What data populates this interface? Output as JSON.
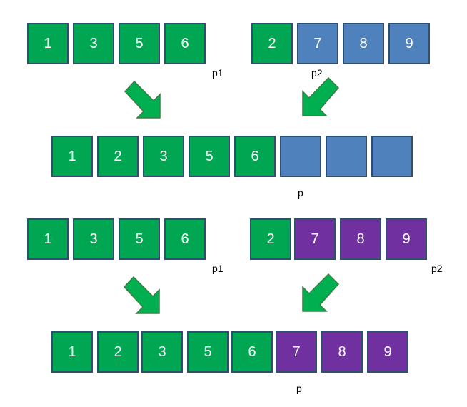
{
  "colors": {
    "green": "#00a651",
    "blue": "#4f81bd",
    "purple": "#7030a0",
    "arrow_fill": "#00b050",
    "border": "#2f4f6f"
  },
  "top_scenario": {
    "left_array": {
      "values": [
        "1",
        "3",
        "5",
        "6"
      ],
      "colors": [
        "green",
        "green",
        "green",
        "green"
      ],
      "pointer": "p1"
    },
    "right_array": {
      "values": [
        "2",
        "7",
        "8",
        "9"
      ],
      "colors": [
        "green",
        "blue",
        "blue",
        "blue"
      ],
      "pointer": "p2"
    },
    "merged_array": {
      "values": [
        "1",
        "2",
        "3",
        "5",
        "6",
        "",
        "",
        ""
      ],
      "colors": [
        "green",
        "green",
        "green",
        "green",
        "green",
        "blue",
        "blue",
        "blue"
      ],
      "pointer": "p"
    }
  },
  "bottom_scenario": {
    "left_array": {
      "values": [
        "1",
        "3",
        "5",
        "6"
      ],
      "colors": [
        "green",
        "green",
        "green",
        "green"
      ],
      "pointer": "p1"
    },
    "right_array": {
      "values": [
        "2",
        "7",
        "8",
        "9"
      ],
      "colors": [
        "green",
        "purple",
        "purple",
        "purple"
      ],
      "pointer": "p2"
    },
    "merged_array": {
      "values": [
        "1",
        "2",
        "3",
        "5",
        "6",
        "7",
        "8",
        "9"
      ],
      "colors": [
        "green",
        "green",
        "green",
        "green",
        "green",
        "purple",
        "purple",
        "purple"
      ],
      "pointer": "p"
    }
  },
  "arrow_icon": "down-arrow-icon"
}
